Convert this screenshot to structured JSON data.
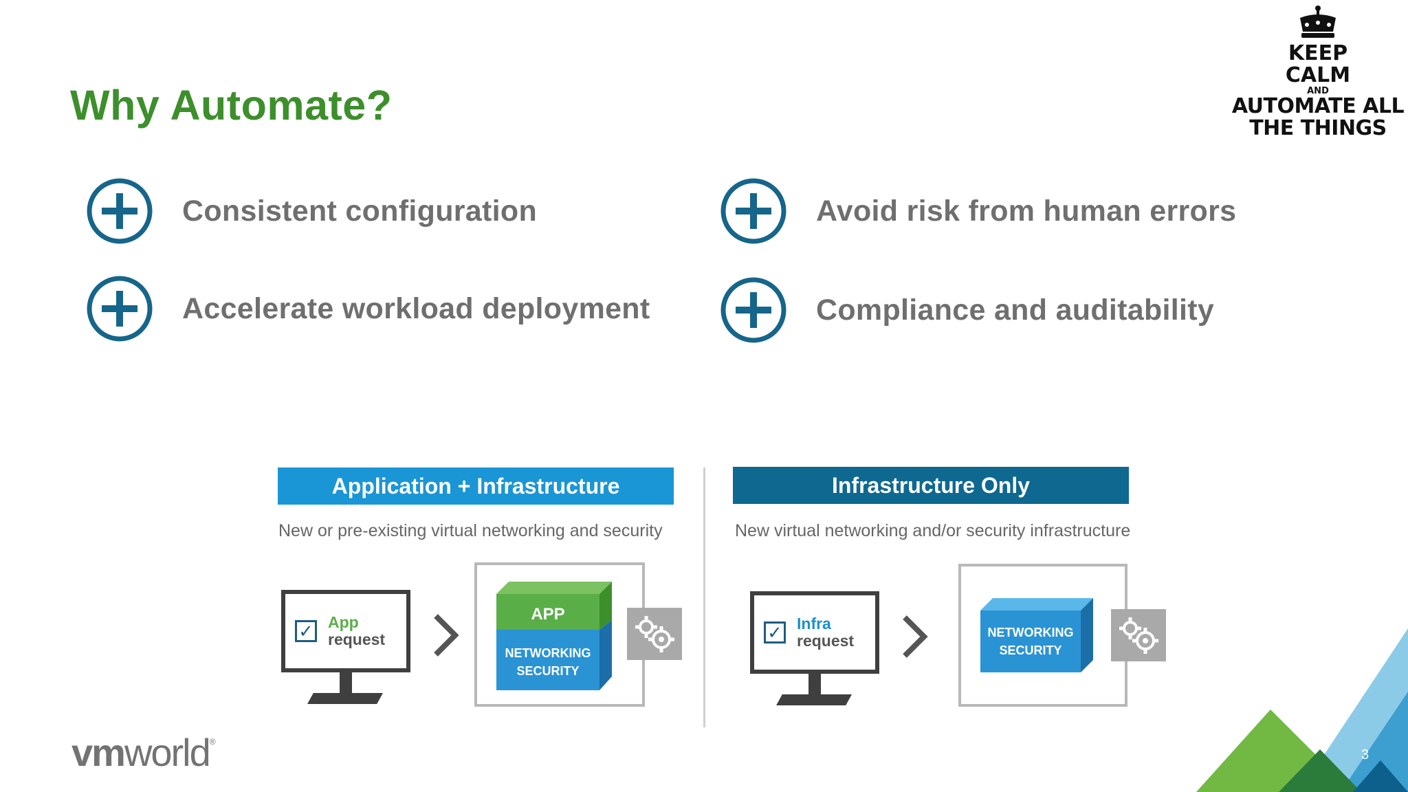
{
  "slide": {
    "title": "Why Automate?",
    "page_number": "3"
  },
  "keep_calm": {
    "line1": "KEEP",
    "line2": "CALM",
    "line3": "AND",
    "line4": "AUTOMATE ALL",
    "line5": "THE THINGS"
  },
  "features": [
    "Consistent configuration",
    "Avoid risk from human errors",
    "Accelerate workload deployment",
    "Compliance and auditability"
  ],
  "panels": [
    {
      "header": "Application + Infrastructure",
      "subtitle": "New or pre-existing virtual networking and security",
      "request_top": "App",
      "request_bottom": "request",
      "cube_top": "APP",
      "cube_line1": "NETWORKING",
      "cube_line2": "SECURITY"
    },
    {
      "header": "Infrastructure Only",
      "subtitle": "New virtual networking and/or security infrastructure",
      "request_top": "Infra",
      "request_bottom": "request",
      "cube_line1": "NETWORKING",
      "cube_line2": "SECURITY"
    }
  ],
  "footer": {
    "logo_vm": "vm",
    "logo_world": "world",
    "logo_mark": "®"
  },
  "colors": {
    "title_green": "#3d8f2c",
    "plus_blue": "#16658a",
    "header_light_blue": "#1a96d6",
    "header_dark_blue": "#0e6890",
    "cube_green": "#5aae48",
    "cube_blue": "#2a93d4"
  }
}
